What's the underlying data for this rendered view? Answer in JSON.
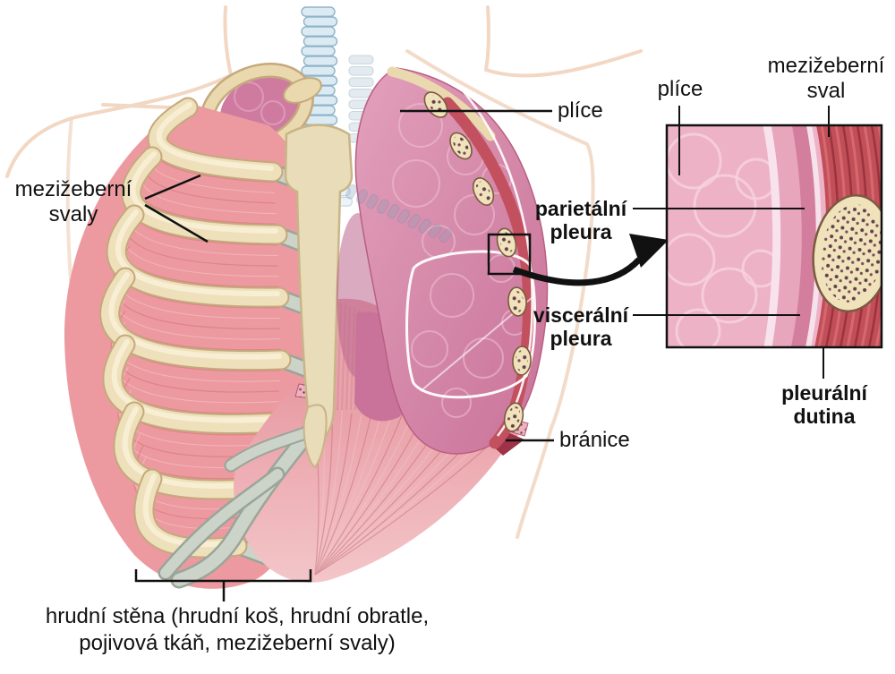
{
  "figure": {
    "title_note": "anatomical diagram of thorax, lungs and pleura (Czech labels)",
    "labels": {
      "intercostal_muscles": "mezižeberní svaly",
      "lung": "plíce",
      "diaphragm": "bránice"
    },
    "caption": {
      "line1": "hrudní stěna (hrudní koš, hrudní obratle,",
      "line2": "pojivová tkáň, mezižeberní svaly)"
    },
    "inset": {
      "labels": {
        "lung": "plíce",
        "intercostal_muscle": "mezižeberní sval",
        "parietal_pleura": "parietální pleura",
        "visceral_pleura": "viscerální pleura",
        "pleural_cavity": "pleurální dutina"
      }
    },
    "colors": {
      "background": "#ffffff",
      "label_text": "#111111",
      "lung_pink": "#d487a8",
      "lung_texture": "#eec3d5",
      "bone_cream": "#eee0ba",
      "bone_edge": "#c4a97c",
      "intercostal_salmon": "#ec9aa0",
      "muscle_red": "#c3505e",
      "cartilage_gray": "#ccd4ca",
      "trachea_blue": "#dcebf3",
      "skin_outline": "#f2d7c3",
      "pleural_cavity_pink": "#d47e9e",
      "pleura_white": "#f8e3ec",
      "marrow_brown": "#5f4050"
    }
  }
}
